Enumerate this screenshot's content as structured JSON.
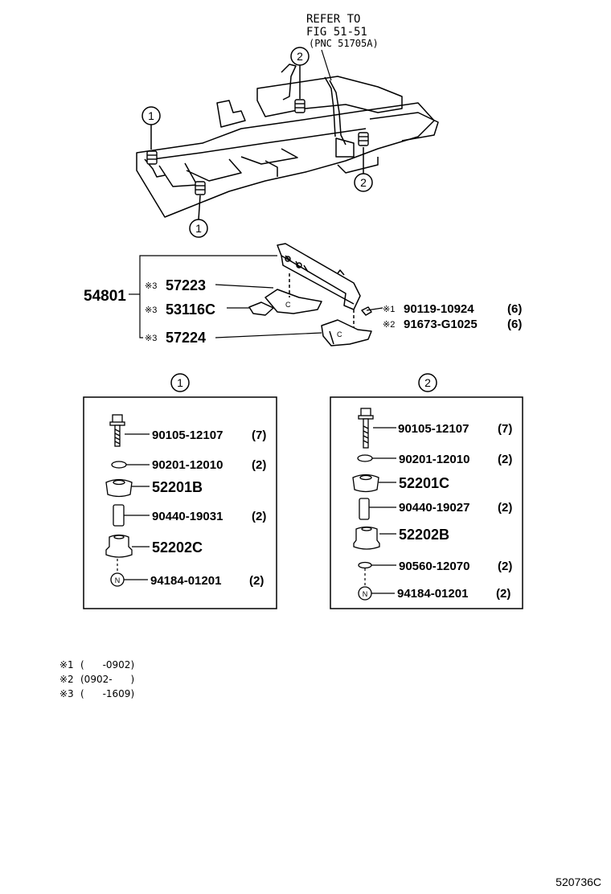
{
  "refer": {
    "line1": "REFER TO",
    "line2": "FIG 51-51",
    "line3": "(PNC 51705A)"
  },
  "callouts": {
    "one": "1",
    "two": "2"
  },
  "assembly": {
    "main_part": "54801",
    "items": [
      {
        "mark": "※3",
        "part": "57223"
      },
      {
        "mark": "※3",
        "part": "53116C"
      },
      {
        "mark": "※3",
        "part": "57224"
      }
    ],
    "fasteners": [
      {
        "mark": "※1",
        "part": "90119-10924",
        "qty": "(6)"
      },
      {
        "mark": "※2",
        "part": "91673-G1025",
        "qty": "(6)"
      }
    ]
  },
  "box1": {
    "title": "1",
    "parts": [
      {
        "part": "90105-12107",
        "qty": "(7)",
        "icon": "bolt-icon"
      },
      {
        "part": "90201-12010",
        "qty": "(2)",
        "icon": "washer-icon"
      },
      {
        "part": "52201B",
        "qty": "",
        "icon": "cushion-upper-icon"
      },
      {
        "part": "90440-19031",
        "qty": "(2)",
        "icon": "collar-icon"
      },
      {
        "part": "52202C",
        "qty": "",
        "icon": "cushion-lower-icon"
      },
      {
        "part": "94184-01201",
        "qty": "(2)",
        "icon": "nut-icon"
      }
    ]
  },
  "box2": {
    "title": "2",
    "parts": [
      {
        "part": "90105-12107",
        "qty": "(7)",
        "icon": "bolt-icon"
      },
      {
        "part": "90201-12010",
        "qty": "(2)",
        "icon": "washer-icon"
      },
      {
        "part": "52201C",
        "qty": "",
        "icon": "cushion-upper-icon"
      },
      {
        "part": "90440-19027",
        "qty": "(2)",
        "icon": "collar-icon"
      },
      {
        "part": "52202B",
        "qty": "",
        "icon": "cushion-lower-icon"
      },
      {
        "part": "90560-12070",
        "qty": "(2)",
        "icon": "washer-icon"
      },
      {
        "part": "94184-01201",
        "qty": "(2)",
        "icon": "nut-icon"
      }
    ]
  },
  "footnotes": [
    {
      "mark": "※1",
      "range": "(      -0902)"
    },
    {
      "mark": "※2",
      "range": "(0902-      )"
    },
    {
      "mark": "※3",
      "range": "(      -1609)"
    }
  ],
  "figure_id": "520736C"
}
